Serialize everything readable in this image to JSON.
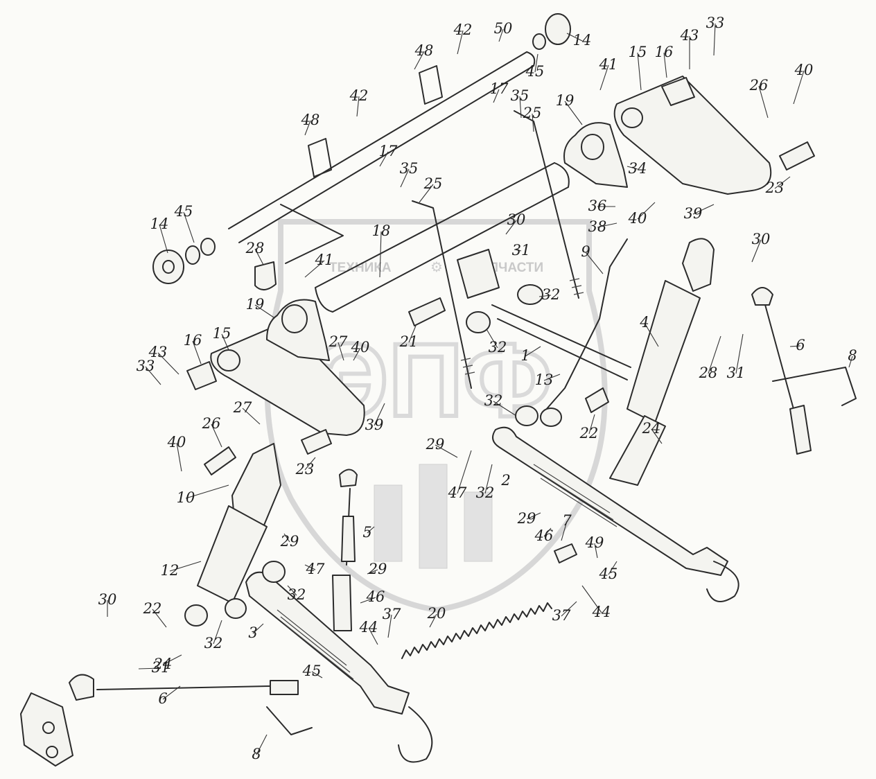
{
  "watermark": {
    "brand_left": "ТЕХНИКА",
    "brand_right": "ЗАПЧАСТИ",
    "logo_letters": "ЭПФ"
  },
  "callouts": [
    {
      "id": "c50",
      "label": "50"
    },
    {
      "id": "c42a",
      "label": "42"
    },
    {
      "id": "c48a",
      "label": "48"
    },
    {
      "id": "c14a",
      "label": "14"
    },
    {
      "id": "c45a",
      "label": "45"
    },
    {
      "id": "c17a",
      "label": "17"
    },
    {
      "id": "c33a",
      "label": "33"
    },
    {
      "id": "c43a",
      "label": "43"
    },
    {
      "id": "c16a",
      "label": "16"
    },
    {
      "id": "c15a",
      "label": "15"
    },
    {
      "id": "c41a",
      "label": "41"
    },
    {
      "id": "c26a",
      "label": "26"
    },
    {
      "id": "c40a",
      "label": "40"
    },
    {
      "id": "c35a",
      "label": "35"
    },
    {
      "id": "c19a",
      "label": "19"
    },
    {
      "id": "c25a",
      "label": "25"
    },
    {
      "id": "c42b",
      "label": "42"
    },
    {
      "id": "c48b",
      "label": "48"
    },
    {
      "id": "c17b",
      "label": "17"
    },
    {
      "id": "c35b",
      "label": "35"
    },
    {
      "id": "c34",
      "label": "34"
    },
    {
      "id": "c23a",
      "label": "23"
    },
    {
      "id": "c40b",
      "label": "40"
    },
    {
      "id": "c39a",
      "label": "39"
    },
    {
      "id": "c36",
      "label": "36"
    },
    {
      "id": "c38",
      "label": "38"
    },
    {
      "id": "c25b",
      "label": "25"
    },
    {
      "id": "c14b",
      "label": "14"
    },
    {
      "id": "c45b",
      "label": "45"
    },
    {
      "id": "c30a",
      "label": "30"
    },
    {
      "id": "c31a",
      "label": "31"
    },
    {
      "id": "c18",
      "label": "18"
    },
    {
      "id": "c28a",
      "label": "28"
    },
    {
      "id": "c41b",
      "label": "41"
    },
    {
      "id": "c9",
      "label": "9"
    },
    {
      "id": "c30b",
      "label": "30"
    },
    {
      "id": "c32a",
      "label": "32"
    },
    {
      "id": "c15b",
      "label": "15"
    },
    {
      "id": "c19b",
      "label": "19"
    },
    {
      "id": "c21",
      "label": "21"
    },
    {
      "id": "c32b",
      "label": "32"
    },
    {
      "id": "c1",
      "label": "1"
    },
    {
      "id": "c4",
      "label": "4"
    },
    {
      "id": "c6a",
      "label": "6"
    },
    {
      "id": "c8a",
      "label": "8"
    },
    {
      "id": "c33b",
      "label": "33"
    },
    {
      "id": "c43b",
      "label": "43"
    },
    {
      "id": "c16b",
      "label": "16"
    },
    {
      "id": "c27a",
      "label": "27"
    },
    {
      "id": "c40c",
      "label": "40"
    },
    {
      "id": "c13",
      "label": "13"
    },
    {
      "id": "c28b",
      "label": "28"
    },
    {
      "id": "c31b",
      "label": "31"
    },
    {
      "id": "c27b",
      "label": "27"
    },
    {
      "id": "c39b",
      "label": "39"
    },
    {
      "id": "c32c",
      "label": "32"
    },
    {
      "id": "c22a",
      "label": "22"
    },
    {
      "id": "c24a",
      "label": "24"
    },
    {
      "id": "c26b",
      "label": "26"
    },
    {
      "id": "c40d",
      "label": "40"
    },
    {
      "id": "c23b",
      "label": "23"
    },
    {
      "id": "c29a",
      "label": "29"
    },
    {
      "id": "c47a",
      "label": "47"
    },
    {
      "id": "c32d",
      "label": "32"
    },
    {
      "id": "c2",
      "label": "2"
    },
    {
      "id": "c10",
      "label": "10"
    },
    {
      "id": "c5",
      "label": "5"
    },
    {
      "id": "c29b",
      "label": "29"
    },
    {
      "id": "c7",
      "label": "7"
    },
    {
      "id": "c46a",
      "label": "46"
    },
    {
      "id": "c49",
      "label": "49"
    },
    {
      "id": "c45c",
      "label": "45"
    },
    {
      "id": "c12",
      "label": "12"
    },
    {
      "id": "c29c",
      "label": "29"
    },
    {
      "id": "c47b",
      "label": "47"
    },
    {
      "id": "c29d",
      "label": "29"
    },
    {
      "id": "c32e",
      "label": "32"
    },
    {
      "id": "c44a",
      "label": "44"
    },
    {
      "id": "c37a",
      "label": "37"
    },
    {
      "id": "c30c",
      "label": "30"
    },
    {
      "id": "c22b",
      "label": "22"
    },
    {
      "id": "c3",
      "label": "3"
    },
    {
      "id": "c46b",
      "label": "46"
    },
    {
      "id": "c20",
      "label": "20"
    },
    {
      "id": "c32f",
      "label": "32"
    },
    {
      "id": "c44b",
      "label": "44"
    },
    {
      "id": "c37b",
      "label": "37"
    },
    {
      "id": "c24b",
      "label": "24"
    },
    {
      "id": "c31c",
      "label": "31"
    },
    {
      "id": "c45d",
      "label": "45"
    },
    {
      "id": "c6b",
      "label": "6"
    },
    {
      "id": "c8b",
      "label": "8"
    }
  ]
}
